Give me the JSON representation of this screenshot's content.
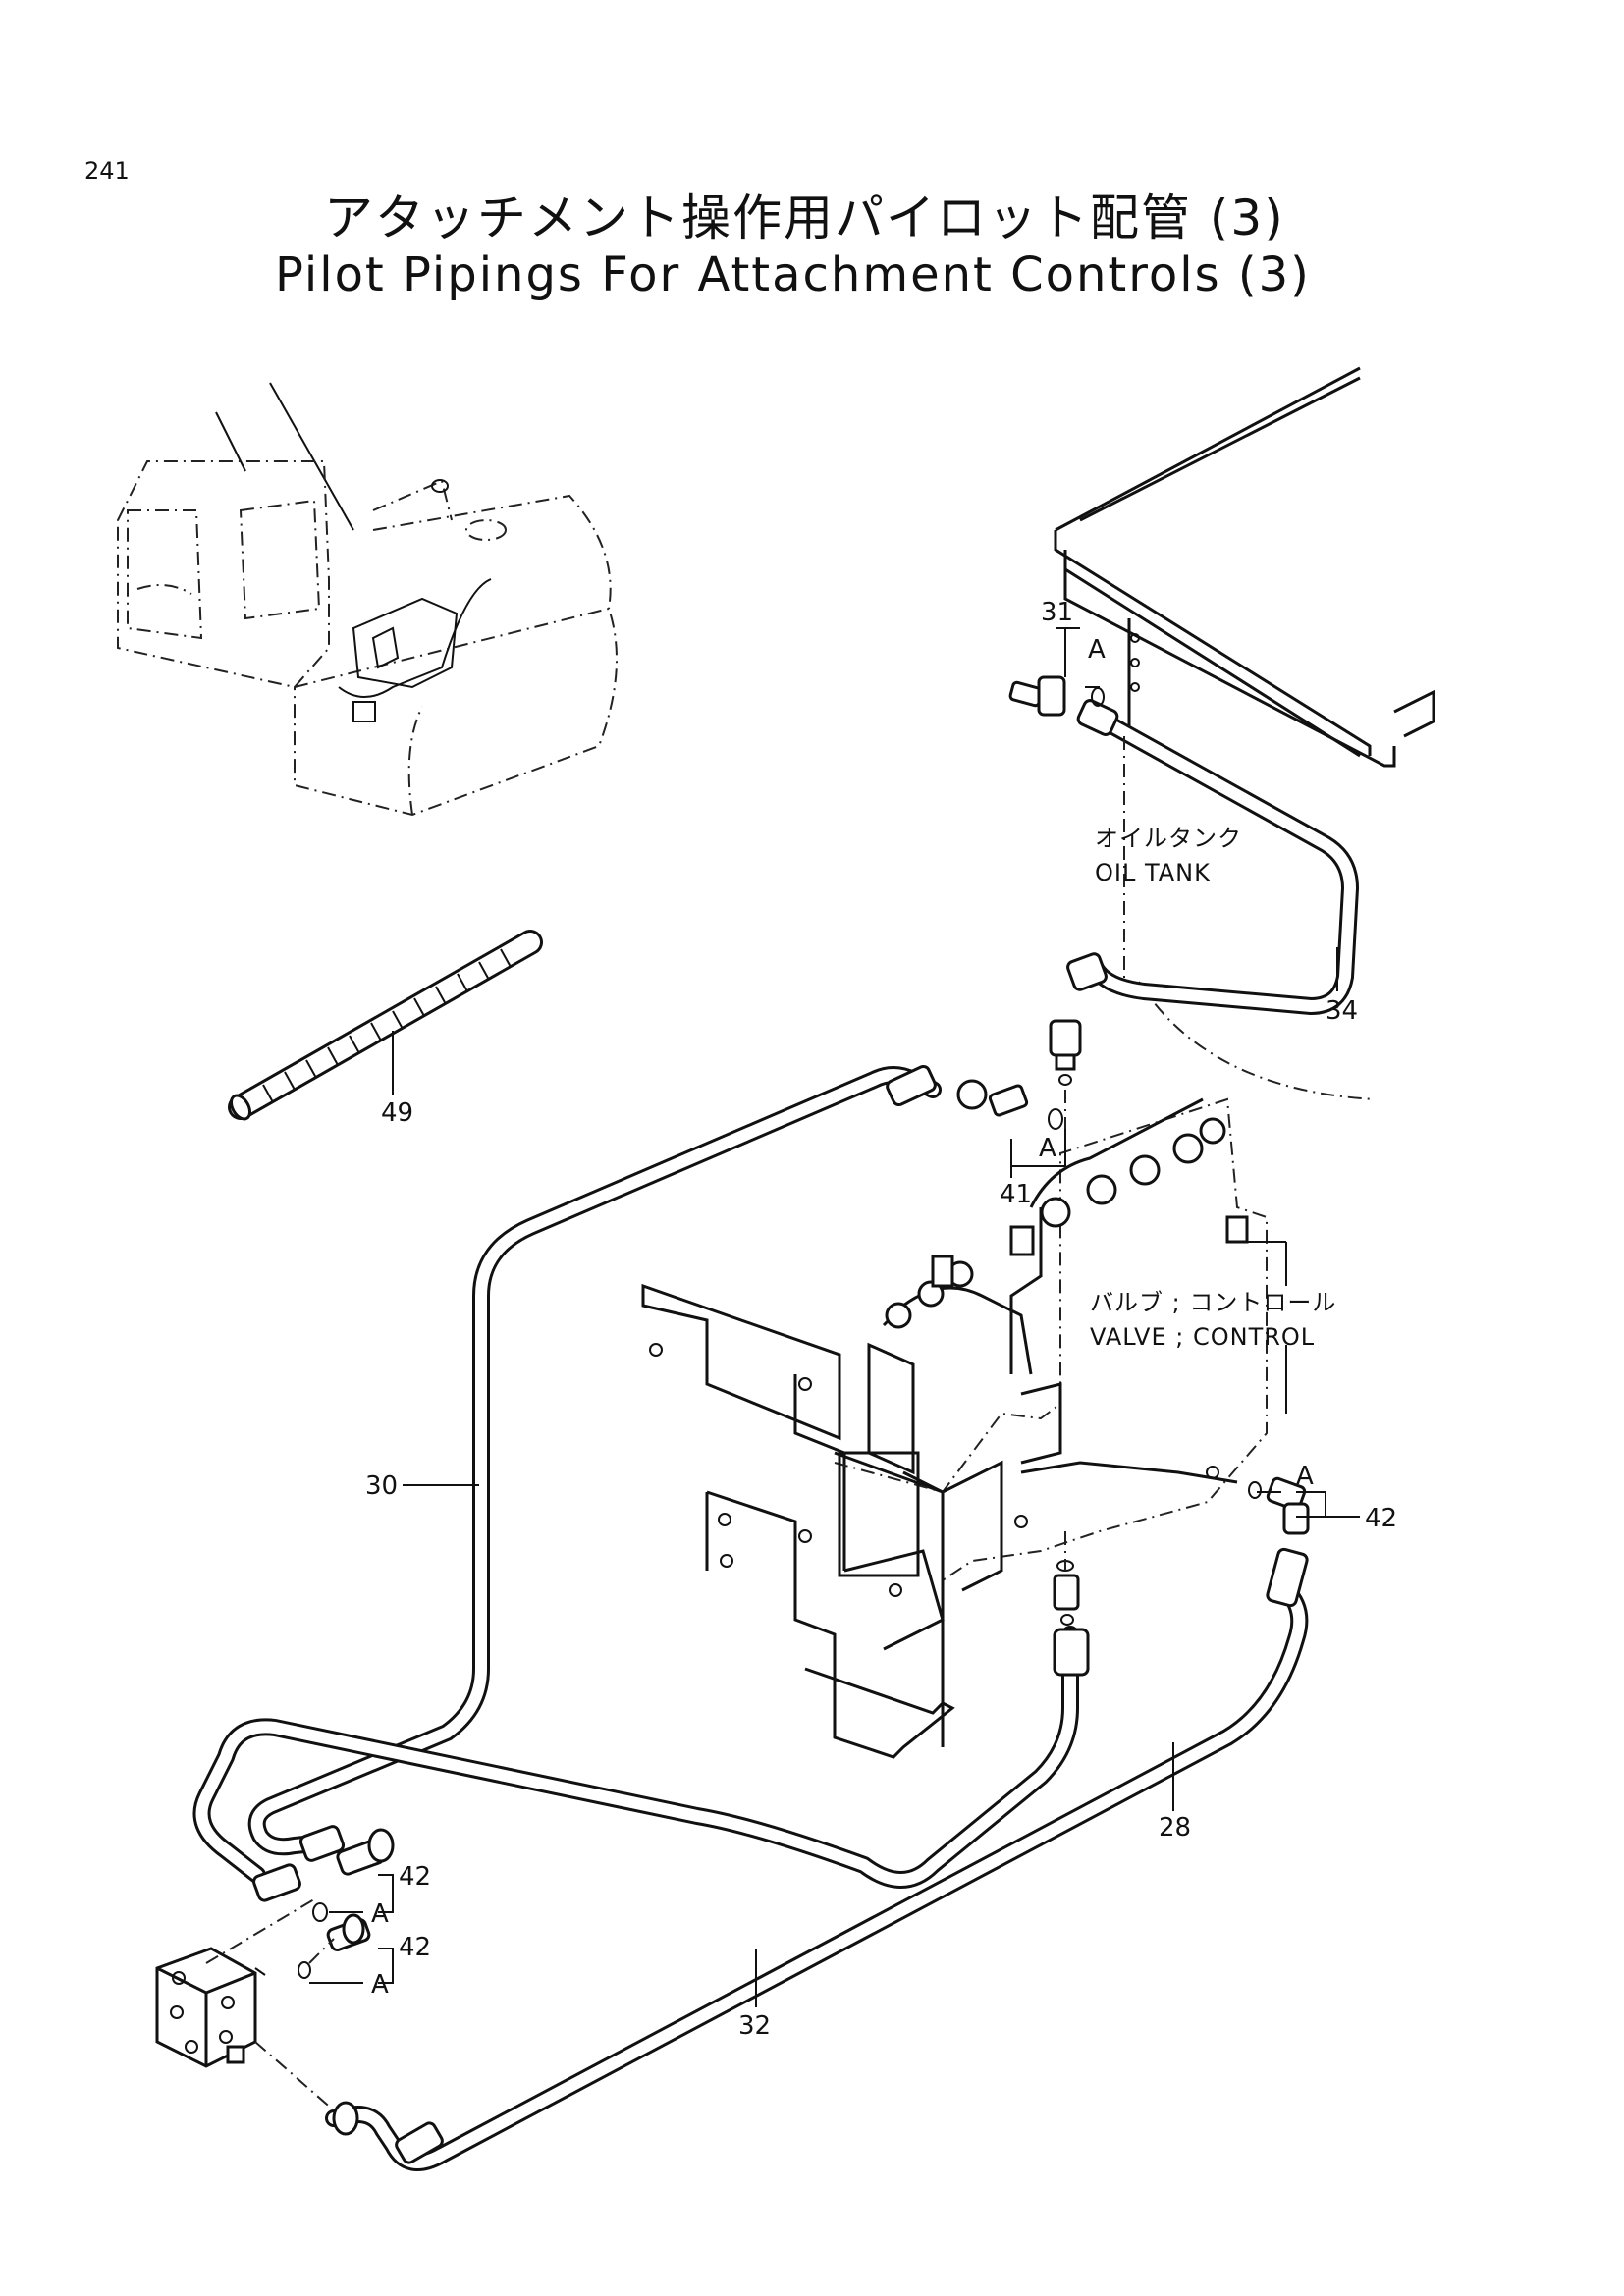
{
  "page": {
    "number": "241",
    "title_jp": "アタッチメント操作用パイロット配管 (3)",
    "title_en": "Pilot Pipings For Attachment Controls (3)"
  },
  "notes": {
    "oil_tank_jp": "オイルタンク",
    "oil_tank_en": "OIL TANK",
    "valve_jp": "バルブ ; コントロール",
    "valve_en": "VALVE ; CONTROL"
  },
  "callouts": {
    "p31": "31",
    "p34": "34",
    "p49": "49",
    "p41": "41",
    "p30": "30",
    "p42_right": "42",
    "p28": "28",
    "p42_upper": "42",
    "p42_lower": "42",
    "p32": "32"
  },
  "detail_marks": {
    "a_31": "A",
    "a_41": "A",
    "a_42_right": "A",
    "a_42_upper": "A",
    "a_42_lower": "A"
  }
}
